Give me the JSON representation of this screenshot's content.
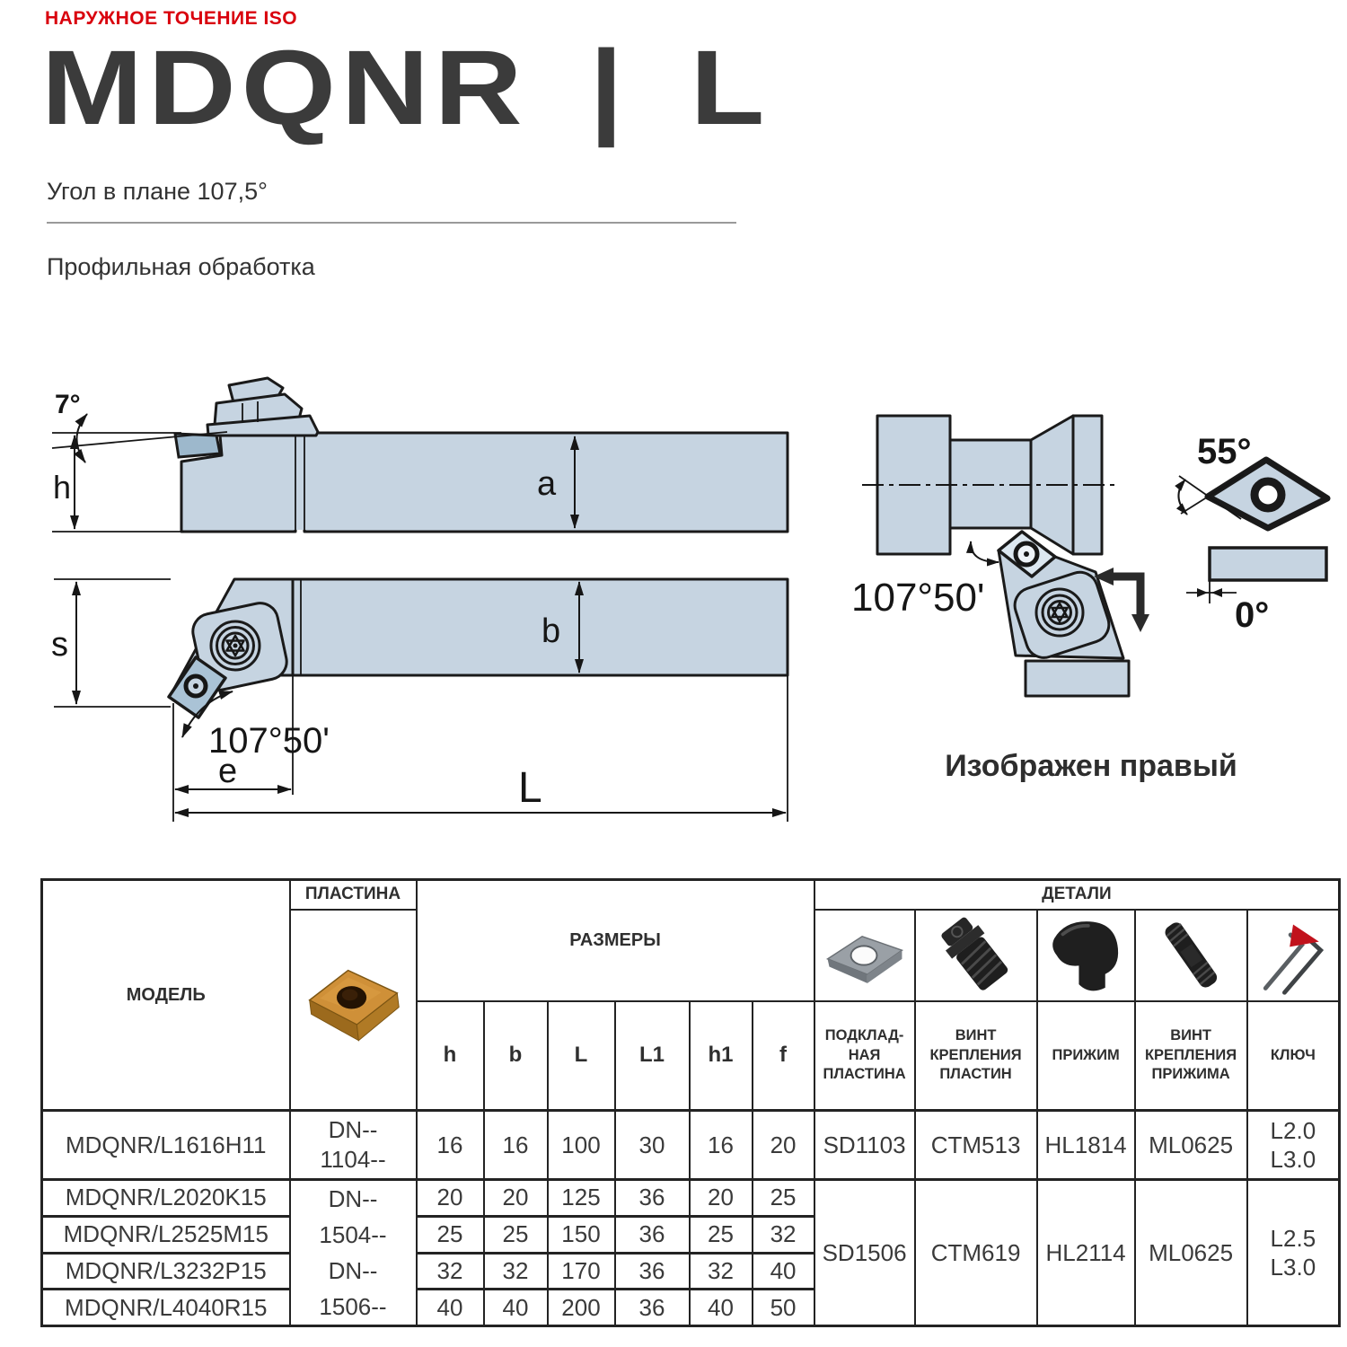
{
  "header": {
    "category": "НАРУЖНОЕ ТОЧЕНИЕ ISO",
    "title": "MDQNR | L",
    "subtitle": "Угол в плане 107,5°",
    "subtitle2": "Профильная обработка"
  },
  "colors": {
    "accent_red": "#d9000d",
    "drawing_fill": "#c6d4e1",
    "outline": "#1a1a1a",
    "insert_gold": "#cf9038"
  },
  "drawings": {
    "side_view": {
      "rake_angle": "7°",
      "height_label": "h",
      "shank_height_label": "a"
    },
    "top_view": {
      "width_label": "s",
      "shank_width_label": "b",
      "lead_angle": "107°50'",
      "offset_label": "e",
      "length_label": "L"
    },
    "front_view": {
      "lead_angle": "107°50'",
      "insert_angle": "55°",
      "clearance_angle": "0°",
      "caption": "Изображен правый"
    }
  },
  "icons": {
    "plate": "insert-photo",
    "shim": "shim-icon",
    "plate_screw": "plate-screw-icon",
    "clamp": "clamp-icon",
    "clamp_screw": "clamp-screw-icon",
    "key": "wrench-icon"
  },
  "table": {
    "columns": {
      "model": "МОДЕЛЬ",
      "plate": "ПЛАСТИНА",
      "sizes": "РАЗМЕРЫ",
      "details": "ДЕТАЛИ",
      "size_cols": [
        "h",
        "b",
        "L",
        "L1",
        "h1",
        "f"
      ],
      "detail_cols": [
        "ПОДКЛАД-\nНАЯ\nПЛАСТИНА",
        "ВИНТ\nКРЕПЛЕНИЯ\nПЛАСТИН",
        "ПРИЖИМ",
        "ВИНТ\nКРЕПЛЕНИЯ\nПРИЖИМА",
        "КЛЮЧ"
      ]
    },
    "rows": [
      {
        "model": "MDQNR/L1616H11",
        "plate": "DN--\n1104--",
        "h": "16",
        "b": "16",
        "L": "100",
        "L1": "30",
        "h1": "16",
        "f": "20",
        "shim": "SD1103",
        "plate_screw": "CTM513",
        "clamp": "HL1814",
        "clamp_screw": "ML0625",
        "key": "L2.0\nL3.0"
      },
      {
        "model": "MDQNR/L2020K15",
        "h": "20",
        "b": "20",
        "L": "125",
        "L1": "36",
        "h1": "20",
        "f": "25"
      },
      {
        "model": "MDQNR/L2525M15",
        "h": "25",
        "b": "25",
        "L": "150",
        "L1": "36",
        "h1": "25",
        "f": "32"
      },
      {
        "model": "MDQNR/L3232P15",
        "h": "32",
        "b": "32",
        "L": "170",
        "L1": "36",
        "h1": "32",
        "f": "40"
      },
      {
        "model": "MDQNR/L4040R15",
        "h": "40",
        "b": "40",
        "L": "200",
        "L1": "36",
        "h1": "40",
        "f": "50"
      }
    ],
    "group2": {
      "plate": "DN--\n1504--\nDN--\n1506--",
      "shim": "SD1506",
      "plate_screw": "CTM619",
      "clamp": "HL2114",
      "clamp_screw": "ML0625",
      "key": "L2.5\nL3.0"
    }
  }
}
